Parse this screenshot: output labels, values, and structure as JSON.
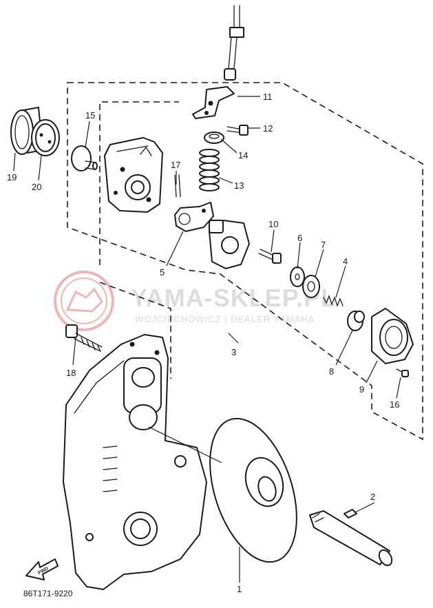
{
  "callouts": {
    "c1": "1",
    "c2": "2",
    "c3": "3",
    "c4": "4",
    "c5": "5",
    "c6": "6",
    "c7": "7",
    "c8": "8",
    "c9": "9",
    "c10": "10",
    "c11": "11",
    "c12": "12",
    "c13": "13",
    "c14": "14",
    "c15": "15",
    "c16": "16",
    "c17": "17",
    "c18": "18",
    "c19": "19",
    "c20": "20"
  },
  "diagram_code": "86T171-9220",
  "fwd_label": "FWD",
  "watermark": {
    "title": "YAMA-SKLEP.PL",
    "subtitle": "WOJCIECHOWICZ | DEALER YAMAHA",
    "color": "#e05a5a"
  }
}
